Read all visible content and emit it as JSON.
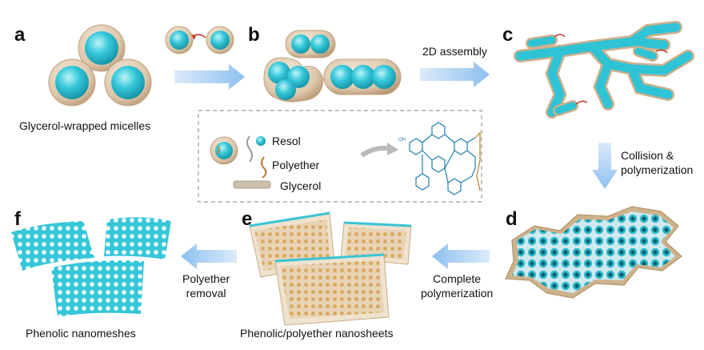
{
  "panels": {
    "a": "a",
    "b": "b",
    "c": "c",
    "d": "d",
    "e": "e",
    "f": "f"
  },
  "captions": {
    "glycerol_micelles": "Glycerol-wrapped micelles",
    "phenolic_polyether": "Phenolic/polyether nanosheets",
    "phenolic_nanomeshes": "Phenolic nanomeshes"
  },
  "steps": {
    "assembly_2d": "2D assembly",
    "collision_line1": "Collision &",
    "collision_line2": "polymerization",
    "complete_line1": "Complete",
    "complete_line2": "polymerization",
    "removal_line1": "Polyether",
    "removal_line2": "removal"
  },
  "legend": {
    "resol": "Resol",
    "polyether": "Polyether",
    "glycerol": "Glycerol",
    "chem_label_oh": "OH"
  },
  "colors": {
    "cyan": "#2ec4d6",
    "cyan_dark": "#1596a8",
    "shell": "#d9c3a6",
    "shell_edge": "#bfa382",
    "arrow": "#9ecbef",
    "polyether": "#c07a2a",
    "chem": "#1f7fb0",
    "dash": "#9a9a9a"
  }
}
